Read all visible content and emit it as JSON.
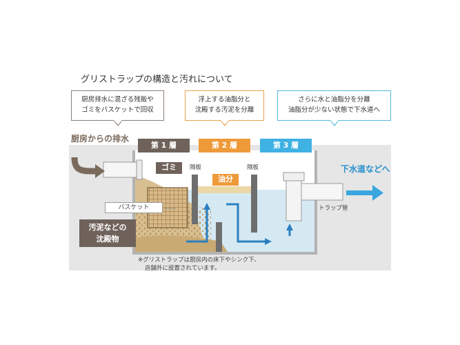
{
  "title": "グリストラップの構造と汚れについて",
  "callouts": [
    {
      "line1": "厨房排水に混ざる残飯や",
      "line2": "ゴミをバスケットで回収"
    },
    {
      "line1": "浮上する油脂分と",
      "line2": "沈殿する汚泥を分離"
    },
    {
      "line1": "さらに水と油脂分を分離",
      "line2": "油脂分が少ない状態で下水道へ"
    }
  ],
  "inflow_label": "厨房からの排水",
  "outflow_label": "下水道などへ",
  "layers": [
    {
      "label": "第 1 層",
      "color": "#6f625a"
    },
    {
      "label": "第 2 層",
      "color": "#ee9a3a"
    },
    {
      "label": "第 3 層",
      "color": "#3fb1e3"
    }
  ],
  "labels": {
    "garbage": "ゴミ",
    "oil": "油分",
    "partition_1": "隔板",
    "partition_2": "隔板",
    "basket": "バスケット",
    "sludge_line1": "汚泥などの",
    "sludge_line2": "沈殿物",
    "trap_pipe": "トラップ管"
  },
  "note": {
    "line1": "※グリストラップは厨房内の床下やシンク下、",
    "line2": "店舗外に設置されています。"
  },
  "colors": {
    "water": "#d5e9f3",
    "sludge": "#c9aa73",
    "oil_layer": "#ecd7a6",
    "arrow_blue": "#2b7fc0",
    "outflow_arrow": "#3aa6df",
    "partition": "#6e6e6e",
    "frame_bg": "#e6e6e6"
  }
}
